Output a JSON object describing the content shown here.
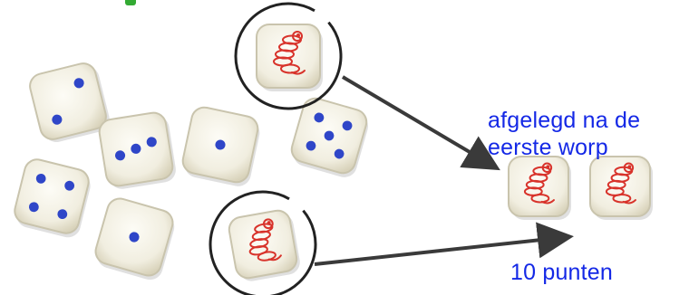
{
  "labels": {
    "set_aside_line1": "afgelegd na de",
    "set_aside_line2": "eerste worp",
    "points": "10 punten"
  },
  "dice": [
    {
      "name": "die-two",
      "face": "2"
    },
    {
      "name": "die-three",
      "face": "3"
    },
    {
      "name": "die-one-center",
      "face": "1"
    },
    {
      "name": "die-five",
      "face": "5"
    },
    {
      "name": "die-four",
      "face": "4"
    },
    {
      "name": "die-one-bottom",
      "face": "1"
    },
    {
      "name": "die-worm-top-circled",
      "face": "worm"
    },
    {
      "name": "die-worm-bottom-circled",
      "face": "worm"
    },
    {
      "name": "die-worm-set-aside-1",
      "face": "worm"
    },
    {
      "name": "die-worm-set-aside-2",
      "face": "worm"
    }
  ],
  "colors": {
    "label_text": "#1428e6",
    "pip": "#2f46c8",
    "worm": "#d8332b",
    "arrow": "#3a3a3a",
    "die_face": "#f6f4ea",
    "die_edge": "#c9c4ad"
  }
}
